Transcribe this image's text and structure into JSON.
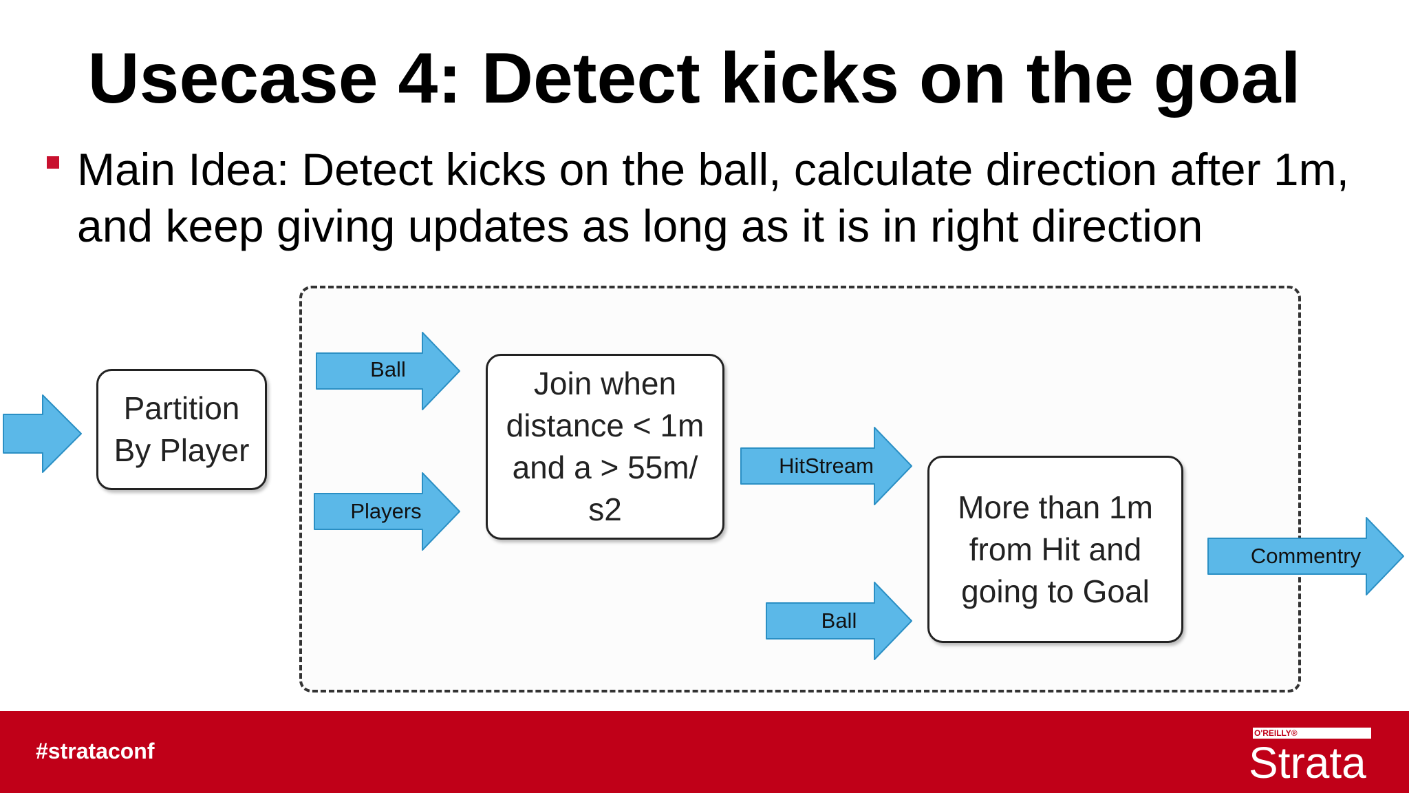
{
  "slide": {
    "title": "Usecase 4: Detect kicks on the goal",
    "bullet": "Main Idea: Detect kicks on the ball, calculate direction after 1m, and keep giving updates as long as it is in right direction"
  },
  "diagram": {
    "boxes": {
      "partition": "Partition\nBy Player",
      "join": "Join when\ndistance < 1m\nand a > 55m/\ns2",
      "more": "More than 1m\nfrom Hit and\ngoing to Goal"
    },
    "arrows": {
      "input": "",
      "ball_top": "Ball",
      "players": "Players",
      "hitstream": "HitStream",
      "ball_bottom": "Ball",
      "commentry": "Commentry"
    },
    "colors": {
      "arrow_fill": "#5bb8e8",
      "arrow_stroke": "#2a8fc4"
    }
  },
  "footer": {
    "hashtag": "#strataconf",
    "logo_small": "O'REILLY®",
    "logo_big": "Strata"
  }
}
